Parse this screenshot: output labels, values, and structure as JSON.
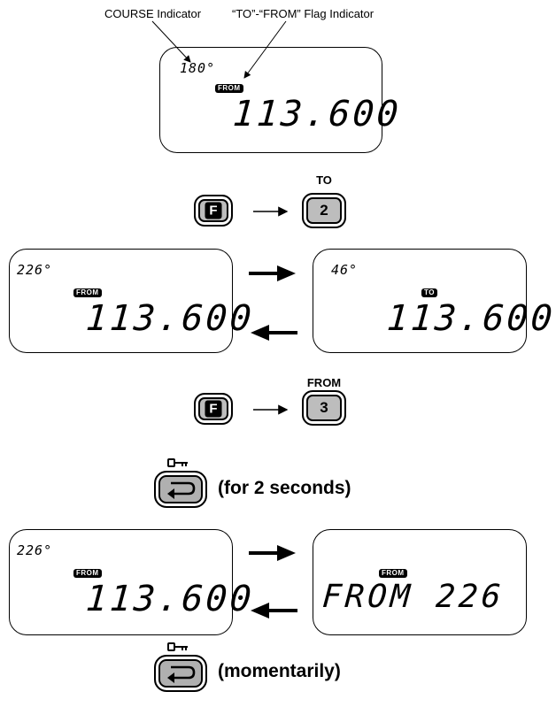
{
  "labels": {
    "course_indicator": "COURSE Indicator",
    "flag_indicator": "“TO”-“FROM” Flag Indicator"
  },
  "display_top": {
    "course": "180°",
    "flag": "FROM",
    "frequency": "113.600"
  },
  "step1": {
    "key_f": "F",
    "key_number": "2",
    "key_caption": "TO",
    "left_display": {
      "course": "226°",
      "flag": "FROM",
      "frequency": "113.600"
    },
    "right_display": {
      "course": "46°",
      "flag": "TO",
      "frequency": "113.600"
    }
  },
  "step2": {
    "key_f": "F",
    "key_number": "3",
    "key_caption": "FROM"
  },
  "step3": {
    "instruction": "(for 2 seconds)",
    "left_display": {
      "course": "226°",
      "flag": "FROM",
      "frequency": "113.600"
    },
    "right_display": {
      "flag": "FROM",
      "text": "FROM 226"
    }
  },
  "step4": {
    "instruction": "(momentarily)"
  },
  "icons": [
    "key-lock-icon",
    "return-icon",
    "arrow-right-icon",
    "arrow-left-icon"
  ]
}
